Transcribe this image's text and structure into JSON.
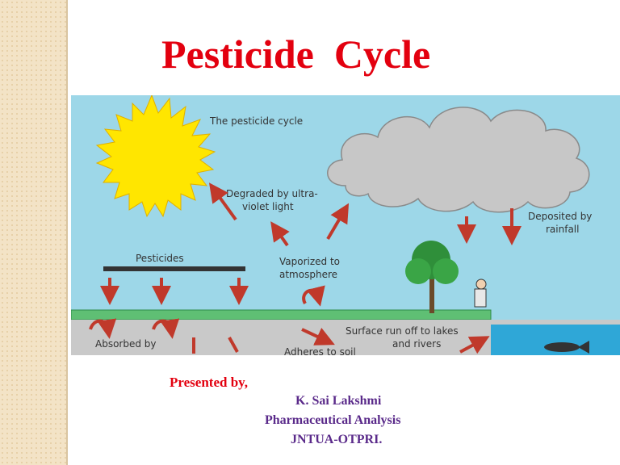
{
  "slide": {
    "title": "Pesticide  Cycle",
    "presented_by": "Presented by,",
    "author_name": "K. Sai Lakshmi",
    "department": "Pharmaceutical Analysis",
    "institution": "JNTUA-OTPRI."
  },
  "diagram": {
    "heading": "The pesticide cycle",
    "labels": {
      "degraded_line1": "Degraded by ultra-",
      "degraded_line2": "violet light",
      "deposited_line1": "Deposited by",
      "deposited_line2": "rainfall",
      "pesticides": "Pesticides",
      "vaporized_line1": "Vaporized to",
      "vaporized_line2": "atmosphere",
      "runoff_line1": "Surface run off to lakes",
      "runoff_line2": "and rivers",
      "absorbed": "Absorbed by",
      "adheres": "Adheres to soil"
    },
    "colors": {
      "sky": "#9dd7e8",
      "sun": "#ffe600",
      "cloud": "#c7c7c7",
      "grass": "#5fbf74",
      "soil": "#c9c9c9",
      "water": "#2fa7d7",
      "arrow": "#c0392b",
      "title_red": "#e3000f",
      "author_purple": "#5a2a8a"
    }
  }
}
